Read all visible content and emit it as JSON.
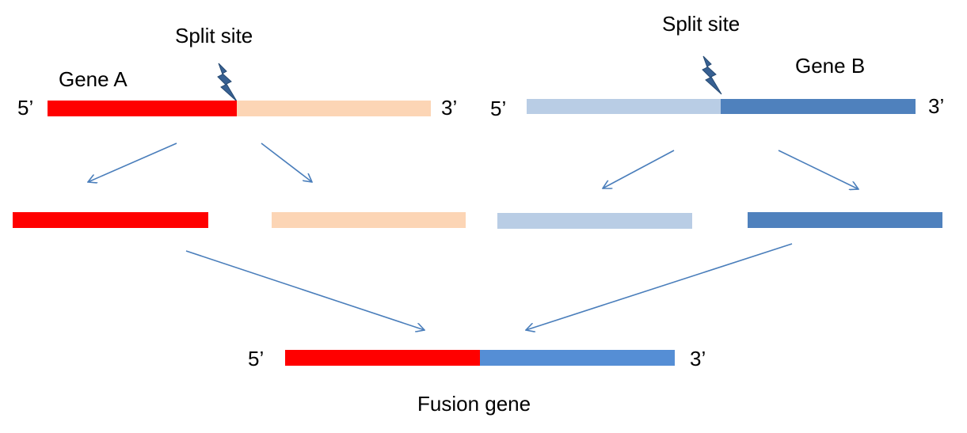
{
  "gene_a": {
    "name": "Gene A",
    "split_label": "Split site",
    "five_prime": "5’",
    "three_prime": "3’"
  },
  "gene_b": {
    "name": "Gene B",
    "split_label": "Split site",
    "five_prime": "5’",
    "three_prime": "3’"
  },
  "fusion": {
    "name": "Fusion gene",
    "five_prime": "5’",
    "three_prime": "3’"
  },
  "colors": {
    "gene_a_5prime": "#ff0000",
    "gene_a_3prime": "#fcd5b5",
    "gene_b_5prime": "#b9cde5",
    "gene_b_3prime": "#4f81bd",
    "fusion_3prime": "#558ed5",
    "arrow": "#4a7ebb",
    "bolt": "#376092"
  }
}
